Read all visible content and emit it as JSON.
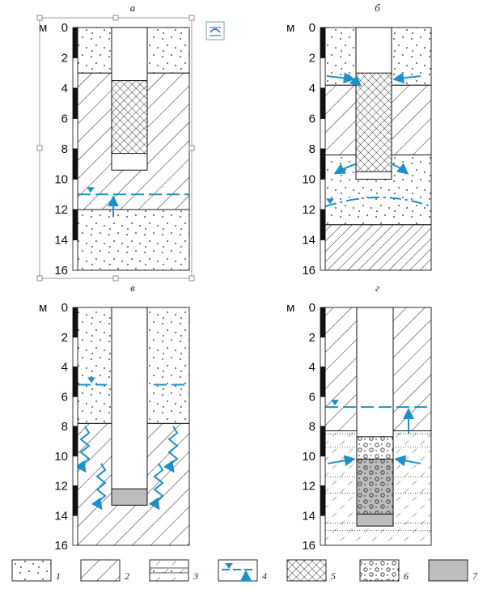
{
  "panels": [
    {
      "letter": "а",
      "unit": "м",
      "depth_ticks": [
        "0",
        "2",
        "4",
        "6",
        "8",
        "10",
        "12",
        "14",
        "16"
      ]
    },
    {
      "letter": "б",
      "unit": "м",
      "depth_ticks": [
        "0",
        "2",
        "4",
        "6",
        "8",
        "10",
        "12",
        "14",
        "16"
      ]
    },
    {
      "letter": "в",
      "unit": "м",
      "depth_ticks": [
        "0",
        "2",
        "4",
        "6",
        "8",
        "10",
        "12",
        "14",
        "16"
      ]
    },
    {
      "letter": "г",
      "unit": "м",
      "depth_ticks": [
        "0",
        "2",
        "4",
        "6",
        "8",
        "10",
        "12",
        "14",
        "16"
      ]
    }
  ],
  "legend": [
    {
      "num": "1",
      "icon": "sand-dots"
    },
    {
      "num": "2",
      "icon": "loam-hatch"
    },
    {
      "num": "3",
      "icon": "interbedded-layer"
    },
    {
      "num": "4",
      "icon": "groundwater-level"
    },
    {
      "num": "5",
      "icon": "crosshatch-fill"
    },
    {
      "num": "6",
      "icon": "gravel-circles"
    },
    {
      "num": "7",
      "icon": "grey-plug"
    }
  ],
  "colors": {
    "water": "#1e90c8",
    "ink": "#111111",
    "plug": "#bdbdbd"
  }
}
